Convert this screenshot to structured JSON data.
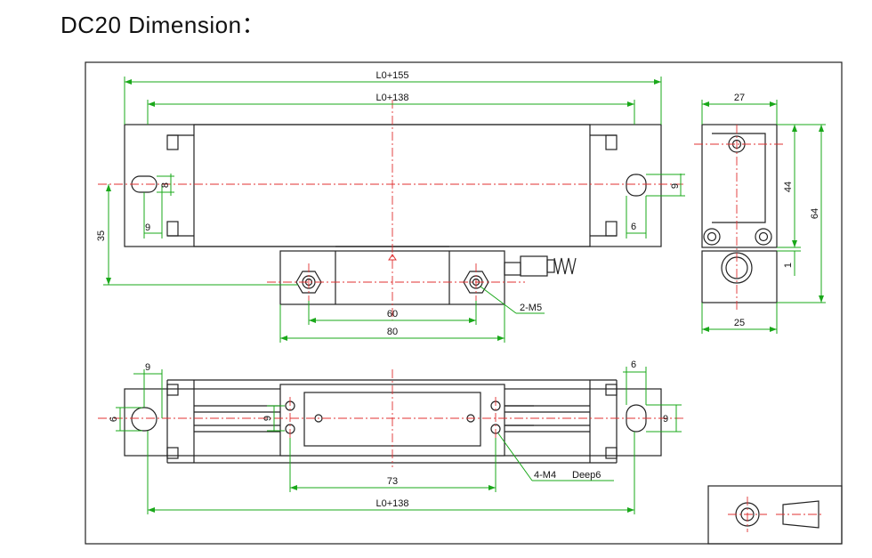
{
  "title": "DC20 Dimension：",
  "colors": {
    "outline": "#222222",
    "dimension_lines": "#1aa81a",
    "center_lines": "#e03030",
    "background": "#ffffff"
  },
  "front_view": {
    "overall_length": "L0+155",
    "mount_length": "L0+138",
    "height_35": "35",
    "slot_width_8": "8",
    "slot_offset_9_left": "9",
    "slot_height_9_right": "9",
    "slot_offset_6_right": "6",
    "hole_spacing_60": "60",
    "slider_length_80": "80",
    "screw_callout": "2-M5"
  },
  "side_view": {
    "width_27": "27",
    "height_44": "44",
    "height_64": "64",
    "gap_1": "1",
    "base_width_25": "25"
  },
  "top_view": {
    "offset_9_left": "9",
    "offset_6_right": "6",
    "slot_6_left": "6",
    "slot_9_mid": "9",
    "slot_9_right": "9",
    "hole_spacing_73": "73",
    "mount_length": "L0+138",
    "screw_callout": "4-M4",
    "depth_label": "Deep6"
  }
}
